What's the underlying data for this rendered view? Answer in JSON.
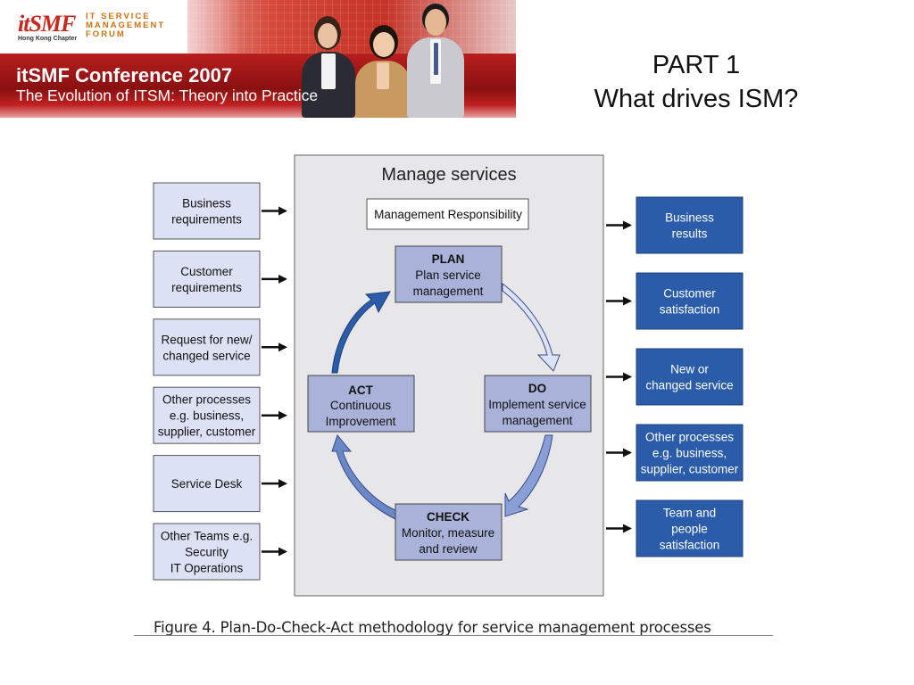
{
  "banner": {
    "logo_text": "itSMF",
    "logo_sub": "Hong Kong Chapter",
    "forum_lines": [
      "IT SERVICE",
      "MANAGEMENT",
      "FORUM"
    ],
    "conference_title": "itSMF Conference 2007",
    "conference_subtitle": "The Evolution of ITSM: Theory into Practice"
  },
  "slide": {
    "title_line1": "PART 1",
    "title_line2": "What drives ISM?"
  },
  "diagram": {
    "title": "Manage services",
    "management_responsibility": "Management Responsibility",
    "inputs": [
      [
        "Business",
        "requirements"
      ],
      [
        "Customer",
        "requirements"
      ],
      [
        "Request for new/",
        "changed service"
      ],
      [
        "Other processes",
        "e.g. business,",
        "supplier, customer"
      ],
      [
        "Service Desk"
      ],
      [
        "Other Teams e.g.",
        "Security",
        "IT Operations"
      ]
    ],
    "outputs": [
      [
        "Business",
        "results"
      ],
      [
        "Customer",
        "satisfaction"
      ],
      [
        "New or",
        "changed service"
      ],
      [
        "Other processes",
        "e.g. business,",
        "supplier, customer"
      ],
      [
        "Team and",
        "people",
        "satisfaction"
      ]
    ],
    "cycle": {
      "plan": [
        "PLAN",
        "Plan service",
        "management"
      ],
      "do": [
        "DO",
        "Implement service",
        "management"
      ],
      "check": [
        "CHECK",
        "Monitor, measure",
        "and review"
      ],
      "act": [
        "ACT",
        "Continuous",
        "Improvement"
      ]
    },
    "caption": "Figure 4. Plan-Do-Check-Act methodology for service management processes"
  },
  "colors": {
    "banner_red": "#b81e1e",
    "input_box_fill": "#dce1f4",
    "output_box_fill": "#2a5caa",
    "cycle_box_fill": "#a9b3da",
    "panel_fill": "#e7e7ea"
  }
}
